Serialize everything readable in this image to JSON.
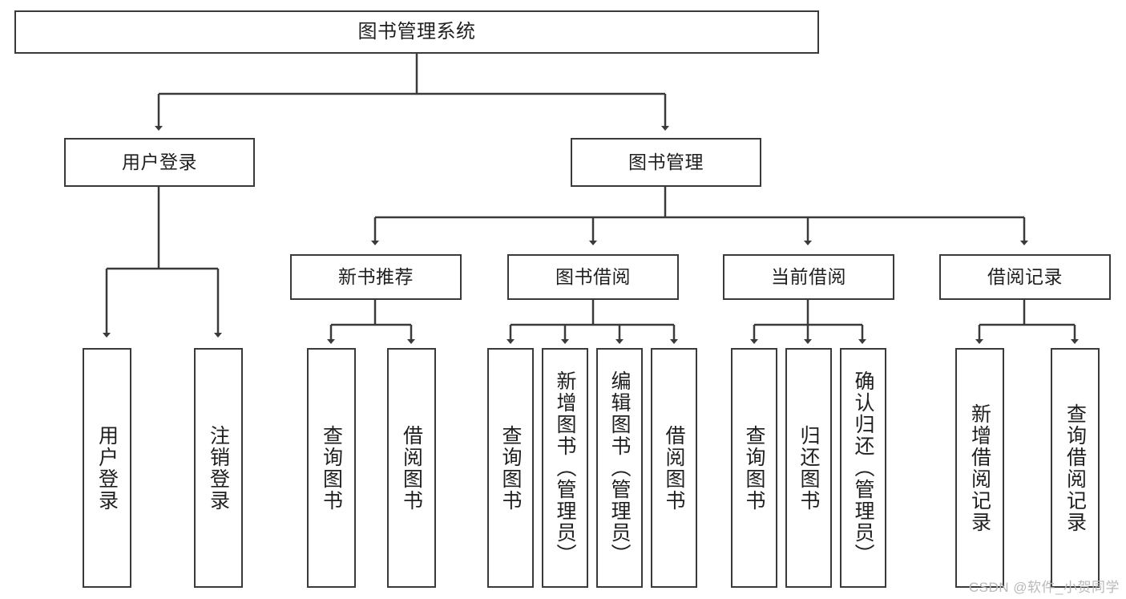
{
  "diagram": {
    "title": "图书管理系统",
    "type": "tree-hierarchy-chart",
    "stroke_color": "#3a3a3a",
    "fill_color": "#ffffff",
    "text_color": "#1f1f1f"
  },
  "watermark": {
    "text": "CSDN @软件_小贺同学",
    "color": "#b9b9b9"
  },
  "nodes": {
    "root": {
      "label": "图书管理系统"
    },
    "level2": [
      {
        "label": "用户登录"
      },
      {
        "label": "图书管理"
      }
    ],
    "level3": [
      {
        "label": "新书推荐"
      },
      {
        "label": "图书借阅"
      },
      {
        "label": "当前借阅"
      },
      {
        "label": "借阅记录"
      }
    ],
    "leaves": {
      "user_login": [
        {
          "label": "用户登录"
        },
        {
          "label": "注销登录"
        }
      ],
      "new_book": [
        {
          "label": "查询图书"
        },
        {
          "label": "借阅图书"
        }
      ],
      "book_borrow": [
        {
          "label": "查询图书"
        },
        {
          "label": "新增图书（管理员）"
        },
        {
          "label": "编辑图书（管理员）"
        },
        {
          "label": "借阅图书"
        }
      ],
      "current_borrow": [
        {
          "label": "查询图书"
        },
        {
          "label": "归还图书"
        },
        {
          "label": "确认归还（管理员）"
        }
      ],
      "borrow_record": [
        {
          "label": "新增借阅记录"
        },
        {
          "label": "查询借阅记录"
        }
      ]
    }
  }
}
